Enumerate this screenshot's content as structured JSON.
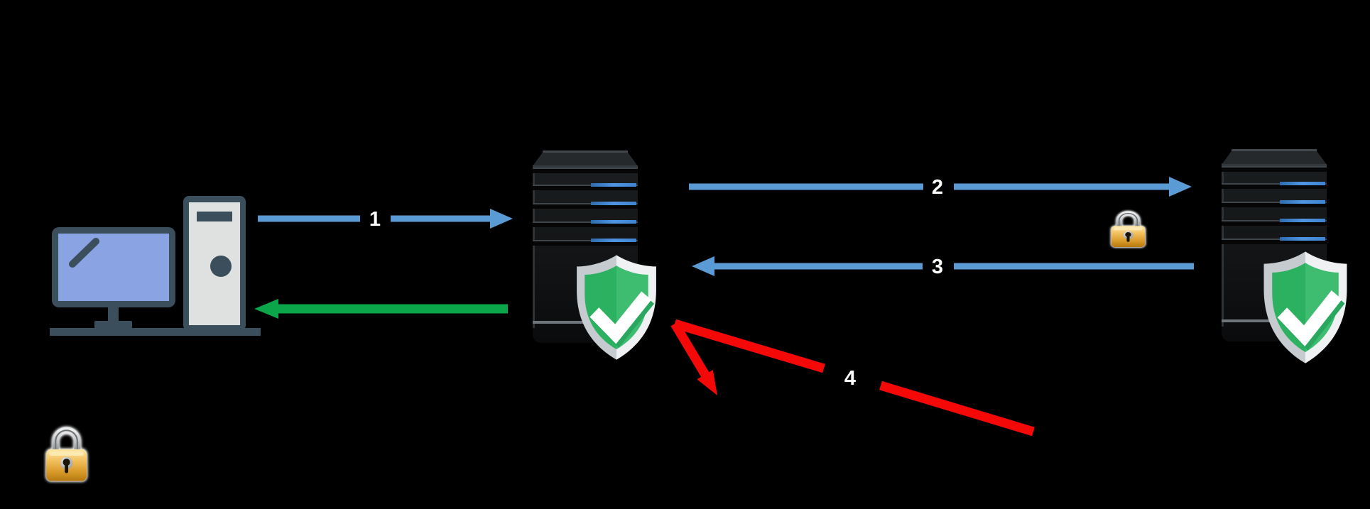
{
  "diagram": {
    "background": "#000000",
    "label_text_color": "#FFFFFF",
    "steps": [
      {
        "label": "1",
        "color": "#5B9BD5"
      },
      {
        "label": "2",
        "color": "#5B9BD5"
      },
      {
        "label": "3",
        "color": "#5B9BD5"
      },
      {
        "label": "4",
        "color": "#F50808"
      }
    ],
    "validated_response_color": "#0CA64A",
    "icons": {
      "client": "client-computer-icon",
      "resolver": "resolver-server-icon",
      "authoritative": "authoritative-server-icon",
      "shield": "shield-check-icon",
      "padlock": "padlock-icon"
    },
    "palette": {
      "computer_dark": "#3A4E5B",
      "computer_screen": "#8AA3E2",
      "computer_tower": "#DFE1E1",
      "server_body_top": "#1B1E20",
      "server_body_bottom": "#0A0B0C",
      "server_stripe_blue": "#3F84D1",
      "shield_rim_left": "#C6CBD0",
      "shield_rim_right": "#EFF1F2",
      "shield_green_left": "#2CB161",
      "shield_green_right": "#3EBD70",
      "lock_gold": "#E8A93C"
    }
  }
}
